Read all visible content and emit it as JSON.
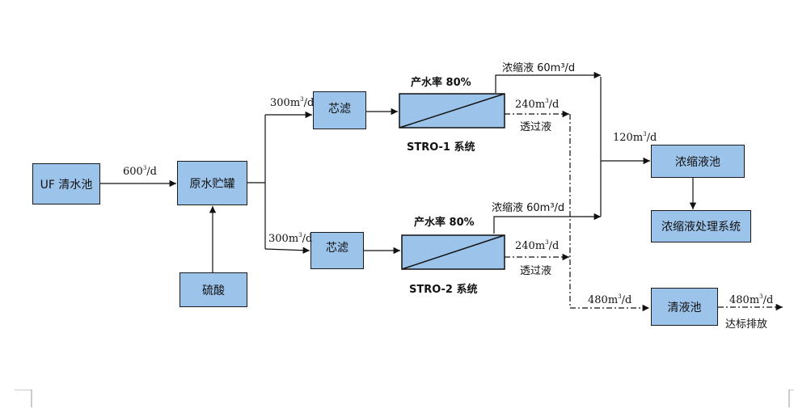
{
  "boxes": {
    "uf": "UF 清水池",
    "tank": "原水贮罐",
    "acid": "硫酸",
    "filter1": "芯滤",
    "filter2": "芯滤",
    "conc_pool": "浓缩液池",
    "conc_treat": "浓缩液处理系统",
    "clear_pool": "清液池"
  },
  "systems": {
    "s1_name": "STRO-1 系统",
    "s2_name": "STRO-2 系统",
    "s1_yield": "产水率 80%",
    "s2_yield": "产水率 80%"
  },
  "flows": {
    "uf_to_tank": {
      "num": "600",
      "sup": "3",
      "unit": "/d"
    },
    "to_filter1": {
      "num": "300m",
      "sup": "3",
      "unit": "/d"
    },
    "to_filter2": {
      "num": "300m",
      "sup": "3",
      "unit": "/d"
    },
    "conc1": "浓缩液 60m³/d",
    "conc2": "浓缩液 60m³/d",
    "perm1": {
      "num": "240m",
      "sup": "3",
      "unit": "/d"
    },
    "perm2": {
      "num": "240m",
      "sup": "3",
      "unit": "/d"
    },
    "perm1_name": "透过液",
    "perm2_name": "透过液",
    "conc_total": {
      "num": "120m",
      "sup": "3",
      "unit": "/d"
    },
    "clear_in": {
      "num": "480m",
      "sup": "3",
      "unit": "/d"
    },
    "clear_out": {
      "num": "480m",
      "sup": "3",
      "unit": "/d"
    },
    "discharge": "达标排放"
  }
}
